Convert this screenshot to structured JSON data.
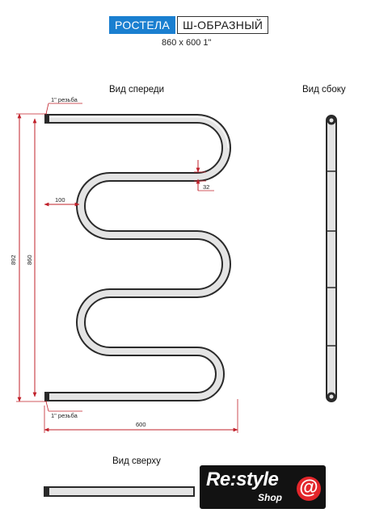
{
  "header": {
    "brand": "РОСТЕЛА",
    "model_type": "Ш-ОБРАЗНЫЙ",
    "size": "860 x 600 1\""
  },
  "views": {
    "front": "Вид спереди",
    "side": "Вид сбоку",
    "top": "Вид сверху"
  },
  "dimensions": {
    "thread_top": "1\" резьба",
    "thread_bottom": "1\" резьба",
    "total_height": "892",
    "axis_height": "860",
    "width": "600",
    "offset": "100",
    "pipe_gap": "32"
  },
  "logo": {
    "main": "Re:style",
    "sub": "Shop",
    "at": "@"
  },
  "colors": {
    "dimension_line": "#c0202a",
    "pipe_outline": "#2a2a2a",
    "pipe_fill": "#e4e4e4",
    "brand_bg": "#1a7fd0",
    "logo_bg": "#121212",
    "logo_accent": "#e3262b"
  }
}
